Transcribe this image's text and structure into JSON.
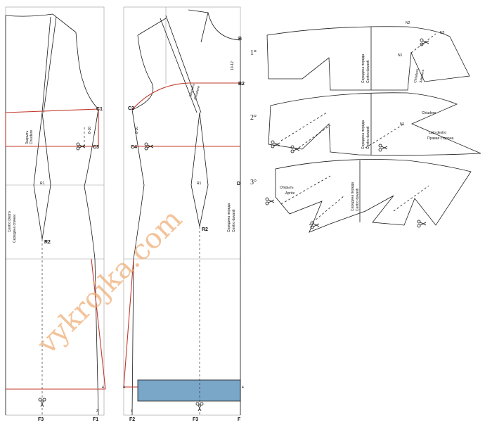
{
  "watermark": "vykrojka.com",
  "left_panel": {
    "labels": {
      "c1": "C1",
      "c3": "C3",
      "r1": "R1",
      "r2": "R2",
      "f3": "F3",
      "f1": "F1",
      "num4": "4",
      "num2": "2",
      "measure": "8-10",
      "close_ru": "Закрыть",
      "close_it": "Chiudere",
      "cb_it": "Centro Dietro",
      "cb_ru": "Середина спинки"
    }
  },
  "middle_panel": {
    "labels": {
      "b": "B",
      "b2": "B2",
      "c2": "C2",
      "c4": "C4",
      "d": "D",
      "r1": "R1",
      "r2": "R2",
      "f2": "F2",
      "f3": "F3",
      "f": "F",
      "num4a": "4",
      "num4b": "4",
      "num2": "2",
      "measure_top": "10-12",
      "measure_side": "8-10",
      "close_ru": "Закрыть",
      "close_it": "Chiudere",
      "cf_ru": "Середина переда",
      "cf_it": "Centro davanti"
    }
  },
  "right_panel": {
    "steps": [
      "1°",
      "2°",
      "3°"
    ],
    "labels": {
      "n1": "N1",
      "n2": "N2",
      "n3": "N3",
      "n1b": "N1",
      "cf_ru": "Середина переда",
      "cf_it": "Centro davanti",
      "close_ru": "Закрыть",
      "close_it": "Chiudere",
      "chiudere": "Chiudere",
      "side_it": "Lato destro",
      "side_ru": "Правая сторона",
      "open_ru": "Открыть",
      "open_it": "Aprire"
    }
  },
  "colors": {
    "pattern_line": "#1a1a1a",
    "construction_line": "#c0392b",
    "highlight": "#7aa6c8",
    "watermark": "#f0b07a"
  }
}
